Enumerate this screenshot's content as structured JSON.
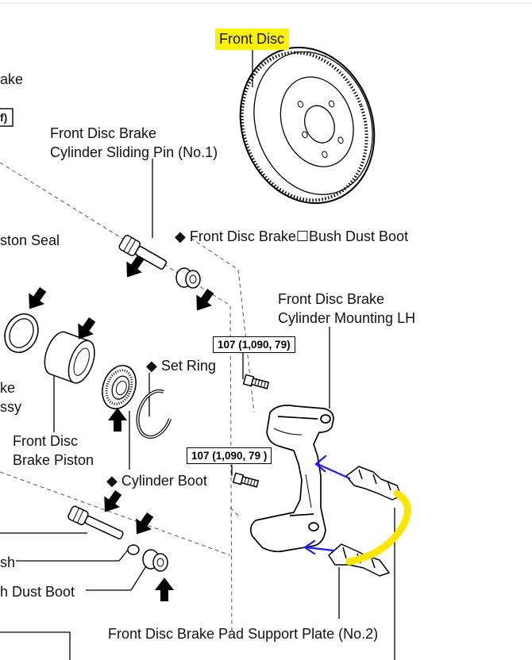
{
  "colors": {
    "highlight": "#fff200",
    "annotation_arrow": "#1a1aff",
    "annotation_scribble": "#ffe600",
    "line": "#000000",
    "background": "#ffffff"
  },
  "labels": {
    "front_disc": "Front Disc",
    "brake_fragment": "ake",
    "box_fragment": "f)",
    "sliding_pin_line1": "Front Disc Brake",
    "sliding_pin_line2": "Cylinder Sliding Pin (No.1)",
    "bush_dust_boot_top": "◆ Front Disc Brake☐Bush Dust Boot",
    "piston_seal_fragment": "ston Seal",
    "mounting_line1": "Front Disc Brake",
    "mounting_line2": "Cylinder Mounting LH",
    "set_ring": "◆ Set Ring",
    "assy_fragment_1": "ke",
    "assy_fragment_2": "ssy",
    "piston_line1": "Front Disc",
    "piston_line2": "Brake Piston",
    "cylinder_boot": "◆ Cylinder Boot",
    "bush_fragment": "sh",
    "bush_dust_boot_bottom": "h Dust Boot",
    "pad_support_plate": "Front Disc Brake Pad Support Plate (No.2)"
  },
  "torque": {
    "upper": "107 (1,090,  79)",
    "lower": "107 (1,090, 79 )"
  },
  "icons": [
    "callout-arrow-icon",
    "bolt-icon",
    "disc-rotor-icon",
    "caliper-icon"
  ]
}
